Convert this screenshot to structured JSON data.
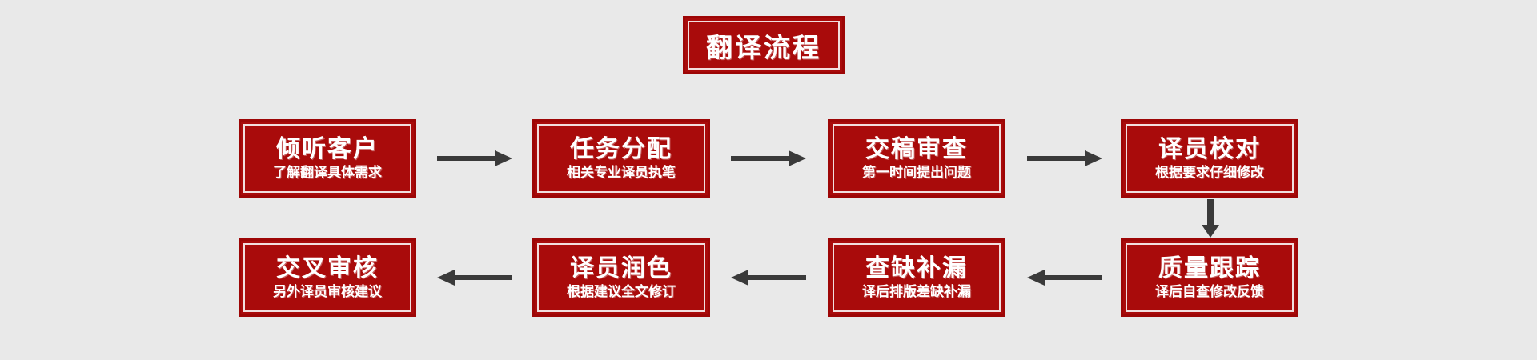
{
  "diagram": {
    "title": "翻译流程",
    "background_color": "#e9e9e9",
    "box_fill_color": "#a90b0b",
    "box_border_color": "#9d0606",
    "box_inner_border_color": "#f2dede",
    "text_color": "#ffffff",
    "arrow_color": "#3a3a3a",
    "row1": [
      {
        "title": "倾听客户",
        "subtitle": "了解翻译具体需求"
      },
      {
        "title": "任务分配",
        "subtitle": "相关专业译员执笔"
      },
      {
        "title": "交稿审查",
        "subtitle": "第一时间提出问题"
      },
      {
        "title": "译员校对",
        "subtitle": "根据要求仔细修改"
      }
    ],
    "row2": [
      {
        "title": "交叉审核",
        "subtitle": "另外译员审核建议"
      },
      {
        "title": "译员润色",
        "subtitle": "根据建议全文修订"
      },
      {
        "title": "查缺补漏",
        "subtitle": "译后排版差缺补漏"
      },
      {
        "title": "质量跟踪",
        "subtitle": "译后自查修改反馈"
      }
    ],
    "connectors": [
      {
        "name": "arrow-row1-1-to-2",
        "direction": "right"
      },
      {
        "name": "arrow-row1-2-to-3",
        "direction": "right"
      },
      {
        "name": "arrow-row1-3-to-4",
        "direction": "right"
      },
      {
        "name": "arrow-row1-4-to-row2-4",
        "direction": "down"
      },
      {
        "name": "arrow-row2-4-to-3",
        "direction": "left"
      },
      {
        "name": "arrow-row2-3-to-2",
        "direction": "left"
      },
      {
        "name": "arrow-row2-2-to-1",
        "direction": "left"
      }
    ]
  }
}
